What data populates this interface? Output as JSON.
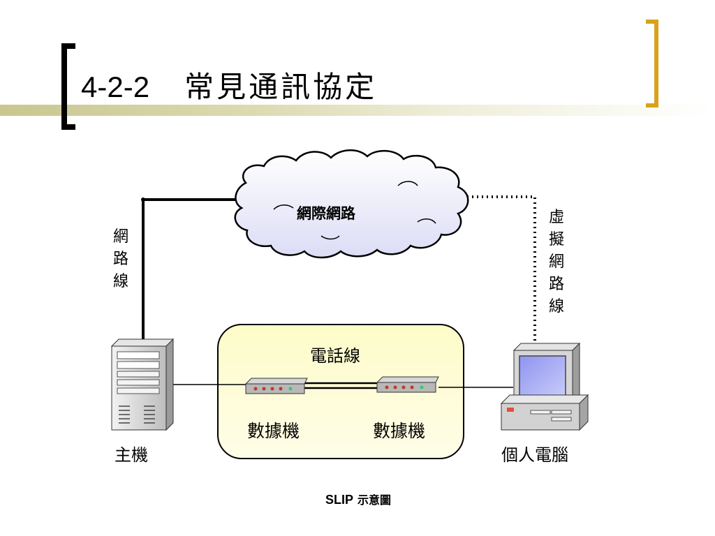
{
  "slide": {
    "title_number": "4-2-2",
    "title_text": "常見通訊協定"
  },
  "diagram": {
    "cloud_label": "網際網路",
    "left_line_label": "網路線",
    "right_line_label": "虛擬網路線",
    "phone_line_label": "電話線",
    "modem_left_label": "數據機",
    "modem_right_label": "數據機",
    "host_label": "主機",
    "pc_label": "個人電腦"
  },
  "caption": {
    "en": "SLIP",
    "zh": "示意圖"
  },
  "colors": {
    "bracket_left": "#000000",
    "bracket_right": "#d9a21a",
    "cloud_fill": "#ecedfb",
    "phone_box_fill": "#fdfbd0"
  }
}
